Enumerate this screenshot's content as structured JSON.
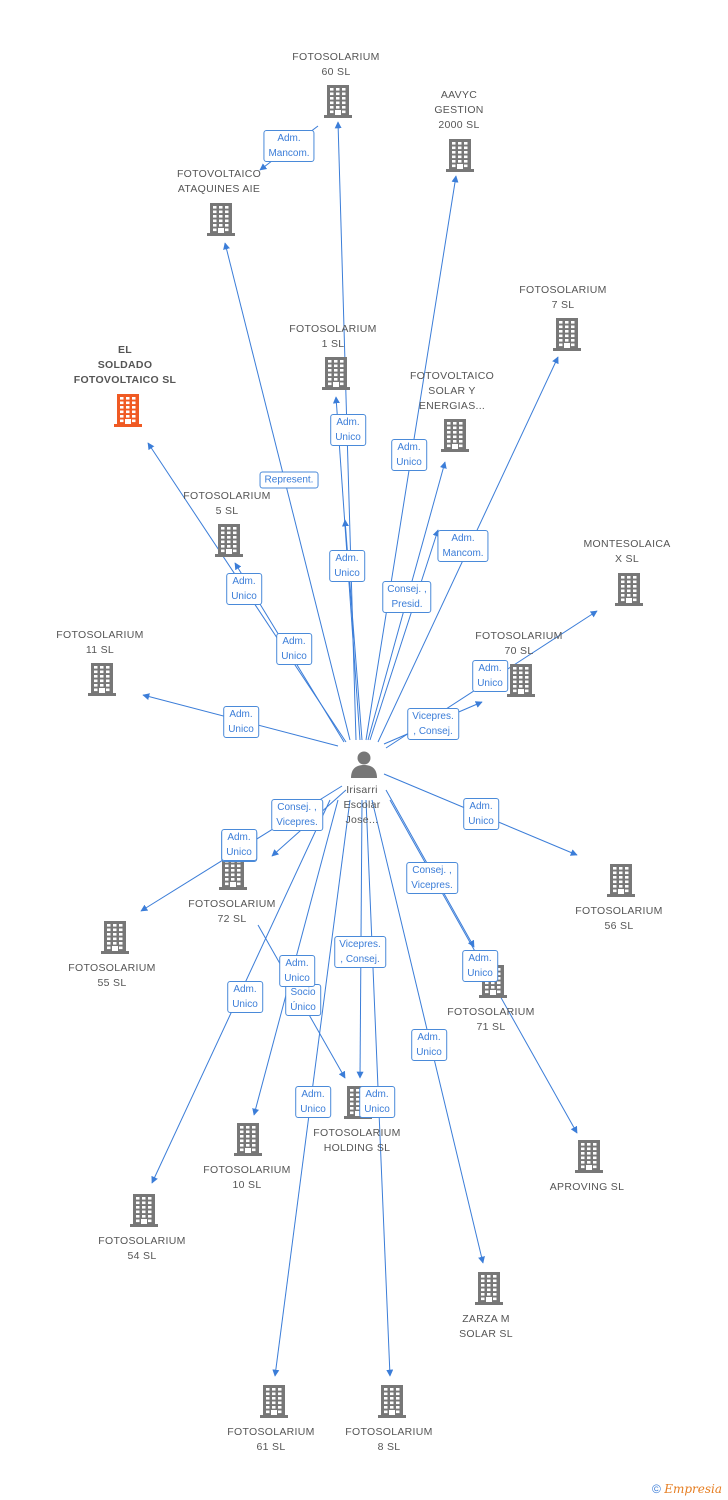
{
  "colors": {
    "edge": "#3b7dd8",
    "node": "#777777",
    "highlight": "#f05a23"
  },
  "center": {
    "lines": [
      "Irisarri",
      "Escolar",
      "Jose..."
    ],
    "icon": "person-icon"
  },
  "nodes": [
    {
      "id": "f60",
      "lines": [
        "FOTOSOLARIUM",
        "60  SL"
      ]
    },
    {
      "id": "aavyc",
      "lines": [
        "AAVYC",
        "GESTION",
        "2000 SL"
      ]
    },
    {
      "id": "fata",
      "lines": [
        "FOTOVOLTAICO",
        "ATAQUINES AIE"
      ]
    },
    {
      "id": "f7",
      "lines": [
        "FOTOSOLARIUM",
        "7 SL"
      ]
    },
    {
      "id": "els",
      "lines": [
        "EL",
        "SOLDADO",
        "FOTOVOLTAICO SL"
      ],
      "highlight": true
    },
    {
      "id": "f1",
      "lines": [
        "FOTOSOLARIUM",
        "1 SL"
      ]
    },
    {
      "id": "fsol",
      "lines": [
        "FOTOVOLTAICO",
        "SOLAR Y",
        "ENERGIAS..."
      ]
    },
    {
      "id": "f5",
      "lines": [
        "FOTOSOLARIUM",
        "5 SL"
      ]
    },
    {
      "id": "mont",
      "lines": [
        "MONTESOLAICA",
        "X SL"
      ]
    },
    {
      "id": "f11",
      "lines": [
        "FOTOSOLARIUM",
        "11 SL"
      ]
    },
    {
      "id": "f70",
      "lines": [
        "FOTOSOLARIUM",
        "70 SL"
      ]
    },
    {
      "id": "f72",
      "lines": [
        "FOTOSOLARIUM",
        "72 SL"
      ]
    },
    {
      "id": "f56",
      "lines": [
        "FOTOSOLARIUM",
        "56  SL"
      ]
    },
    {
      "id": "f55",
      "lines": [
        "FOTOSOLARIUM",
        "55  SL"
      ]
    },
    {
      "id": "f71",
      "lines": [
        "FOTOSOLARIUM",
        "71 SL"
      ]
    },
    {
      "id": "fhold",
      "lines": [
        "FOTOSOLARIUM",
        "HOLDING  SL"
      ]
    },
    {
      "id": "f10",
      "lines": [
        "FOTOSOLARIUM",
        "10 SL"
      ]
    },
    {
      "id": "aprov",
      "lines": [
        "APROVING SL"
      ]
    },
    {
      "id": "f54",
      "lines": [
        "FOTOSOLARIUM",
        "54  SL"
      ]
    },
    {
      "id": "zarza",
      "lines": [
        "ZARZA M",
        "SOLAR SL"
      ]
    },
    {
      "id": "f61",
      "lines": [
        "FOTOSOLARIUM",
        "61  SL"
      ]
    },
    {
      "id": "f8",
      "lines": [
        "FOTOSOLARIUM",
        "8  SL"
      ]
    }
  ],
  "edges": [
    {
      "to": "f60",
      "label": [
        "Adm.",
        "Mancom."
      ]
    },
    {
      "to": "aavyc",
      "label": []
    },
    {
      "to": "fata",
      "label": [
        "Represent."
      ]
    },
    {
      "to": "f7",
      "label": [
        "Adm.",
        "Mancom."
      ]
    },
    {
      "to": "els",
      "label": [
        "Adm.",
        "Unico"
      ]
    },
    {
      "to": "f1",
      "label": [
        "Adm.",
        "Unico"
      ]
    },
    {
      "to": "fsol",
      "label": [
        "Adm.",
        "Unico"
      ]
    },
    {
      "to": "f5",
      "label": [
        "Adm.",
        "Unico"
      ]
    },
    {
      "to": "f5b",
      "label": [
        "Adm.",
        "Unico"
      ]
    },
    {
      "to": "fsol2",
      "label": [
        "Consej. ,",
        "Presid."
      ]
    },
    {
      "to": "mont",
      "label": [
        "Adm.",
        "Unico"
      ]
    },
    {
      "to": "f11",
      "label": [
        "Adm.",
        "Unico"
      ]
    },
    {
      "to": "f70",
      "label": [
        "Vicepres.",
        ", Consej."
      ]
    },
    {
      "to": "f72",
      "label": [
        "Consej. ,",
        "Vicepres."
      ]
    },
    {
      "to": "f55",
      "label": [
        "Adm.",
        "Unico"
      ]
    },
    {
      "to": "f56",
      "label": [
        "Adm.",
        "Unico"
      ]
    },
    {
      "to": "f71",
      "label": [
        "Consej. ,",
        "Vicepres."
      ]
    },
    {
      "to": "aprov",
      "label": [
        "Adm.",
        "Unico"
      ]
    },
    {
      "to": "fhold",
      "label": [
        "Vicepres.",
        ", Consej."
      ]
    },
    {
      "to": "fhold2",
      "label": [
        "Socio",
        "Único"
      ]
    },
    {
      "to": "f10",
      "label": [
        "Adm.",
        "Unico"
      ]
    },
    {
      "to": "f54",
      "label": [
        "Adm.",
        "Unico"
      ]
    },
    {
      "to": "zarza",
      "label": [
        "Adm.",
        "Unico"
      ]
    },
    {
      "to": "f61",
      "label": [
        "Adm.",
        "Unico"
      ]
    },
    {
      "to": "f8",
      "label": [
        "Adm.",
        "Unico"
      ]
    },
    {
      "to": "f72b",
      "label": [
        "Adm.",
        "Unico"
      ]
    }
  ],
  "footer": {
    "symbol": "©",
    "brand": "Empresia"
  }
}
